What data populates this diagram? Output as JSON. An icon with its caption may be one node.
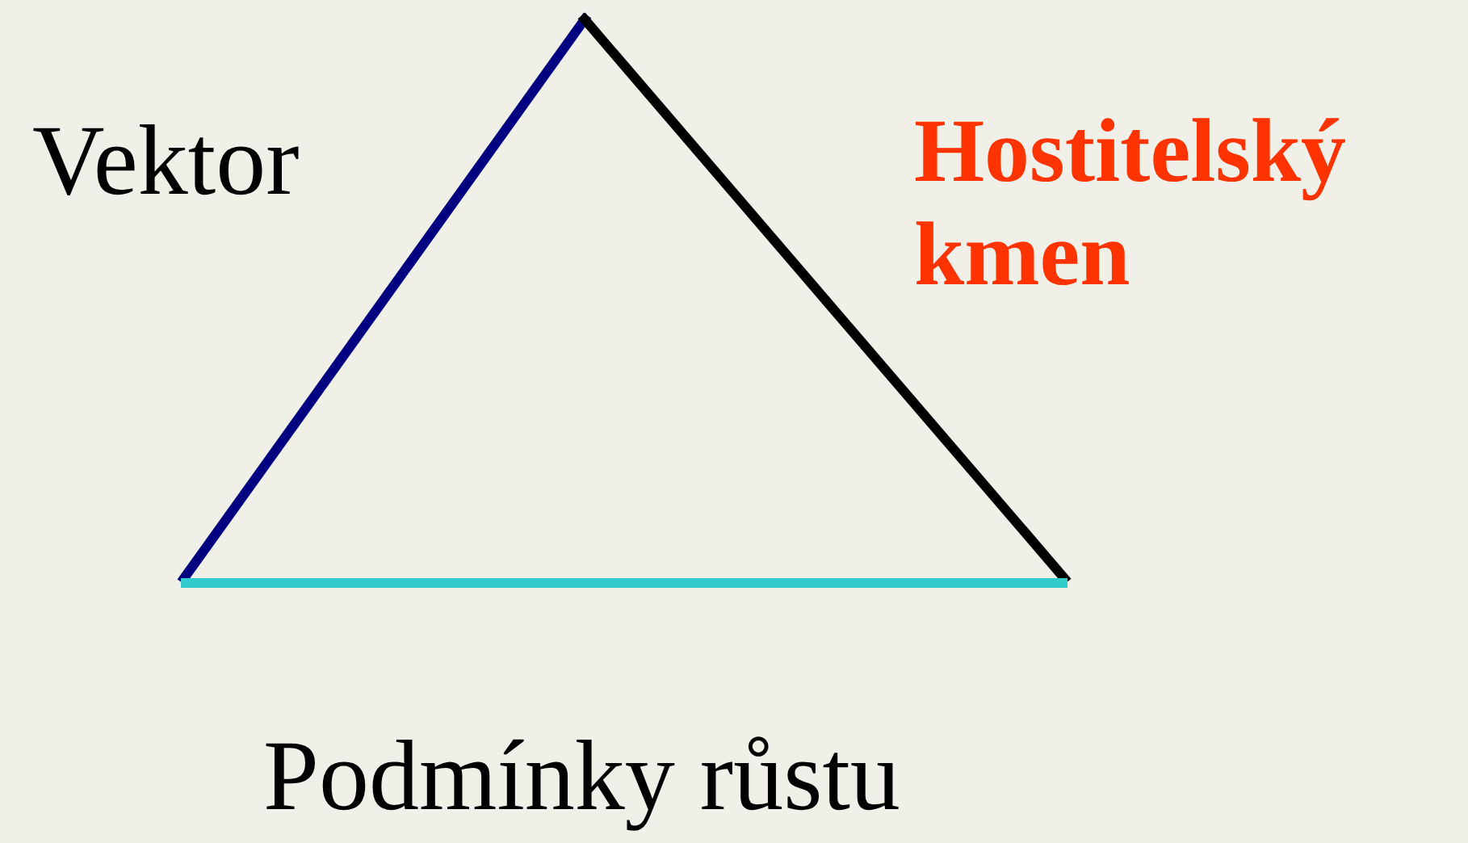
{
  "diagram": {
    "labels": [
      "Vektor",
      "Hostitelský kmen",
      "Podmínky růstu"
    ]
  }
}
